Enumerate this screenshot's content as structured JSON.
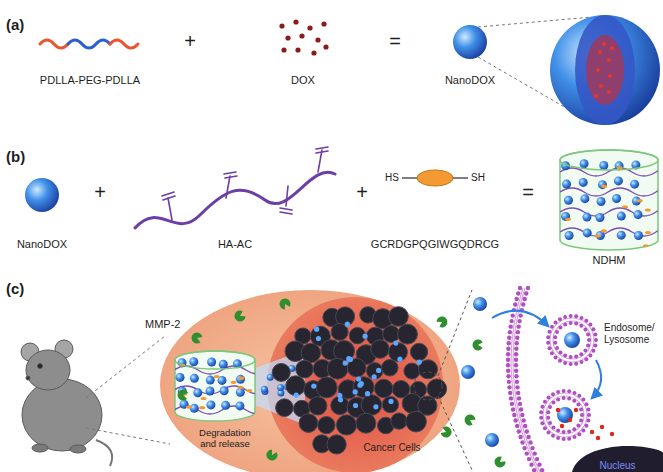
{
  "diagram": {
    "nodes": [
      {
        "text": [
          "Nucleus"
        ]
      }
    ],
    "labels": [
      "(a)",
      "PDLLA-PEG-PDLLA",
      "+",
      "DOX",
      "=",
      "NanoDOX",
      "(b)",
      "NanoDOX",
      "+",
      "HA-AC",
      "+",
      "HS",
      "SH",
      "GCRDGPQGIWGQDRCG",
      "=",
      "NDHM",
      "(c)",
      "MMP-2",
      "Degradation and release",
      "Cancer Cells",
      "Endosome/ Lysosome"
    ]
  }
}
